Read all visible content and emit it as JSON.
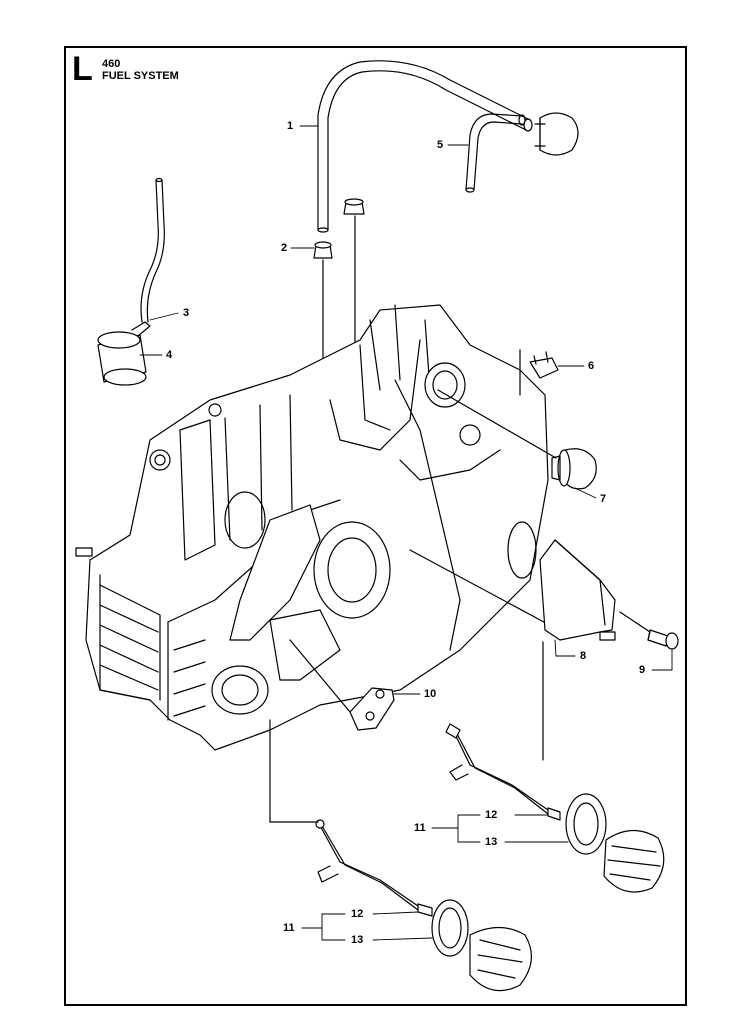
{
  "header": {
    "section_letter": "L",
    "model": "460",
    "title": "FUEL SYSTEM"
  },
  "callouts": [
    {
      "id": "c1",
      "label": "1"
    },
    {
      "id": "c2",
      "label": "2"
    },
    {
      "id": "c3",
      "label": "3"
    },
    {
      "id": "c4",
      "label": "4"
    },
    {
      "id": "c5",
      "label": "5"
    },
    {
      "id": "c6",
      "label": "6"
    },
    {
      "id": "c7",
      "label": "7"
    },
    {
      "id": "c8",
      "label": "8"
    },
    {
      "id": "c9",
      "label": "9"
    },
    {
      "id": "c10",
      "label": "10"
    },
    {
      "id": "c11a",
      "label": "11"
    },
    {
      "id": "c12a",
      "label": "12"
    },
    {
      "id": "c13a",
      "label": "13"
    },
    {
      "id": "c11b",
      "label": "11"
    },
    {
      "id": "c12b",
      "label": "12"
    },
    {
      "id": "c13b",
      "label": "13"
    }
  ],
  "colors": {
    "ink": "#000000",
    "paper": "#ffffff",
    "shade": "#e6e6e6"
  }
}
